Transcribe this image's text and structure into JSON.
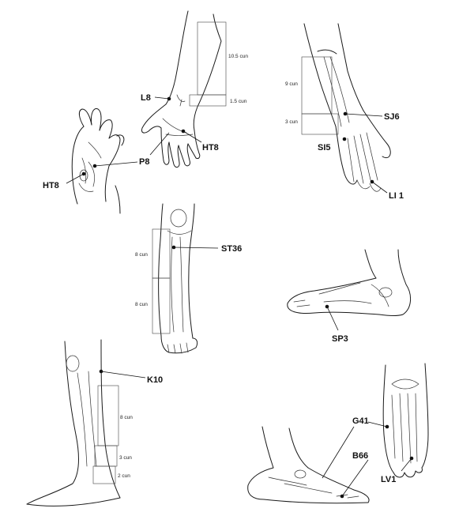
{
  "points": {
    "L8": "L8",
    "HT8_palm": "HT8",
    "P8": "P8",
    "HT8_fist": "HT8",
    "SJ6": "SJ6",
    "SI5": "SI5",
    "LI1": "LI 1",
    "ST36": "ST36",
    "SP3": "SP3",
    "K10": "K10",
    "G41": "G41",
    "B66": "B66",
    "LV1": "LV1"
  },
  "measures": {
    "forearm_upper": "10.5 cun",
    "forearm_lower": "1.5 cun",
    "arm_upper": "9 cun",
    "arm_lower": "3 cun",
    "shin_upper": "8 cun",
    "shin_lower": "8 cun",
    "calf_upper": "8 cun",
    "calf_mid": "3 cun",
    "calf_lower": "2 cun"
  }
}
